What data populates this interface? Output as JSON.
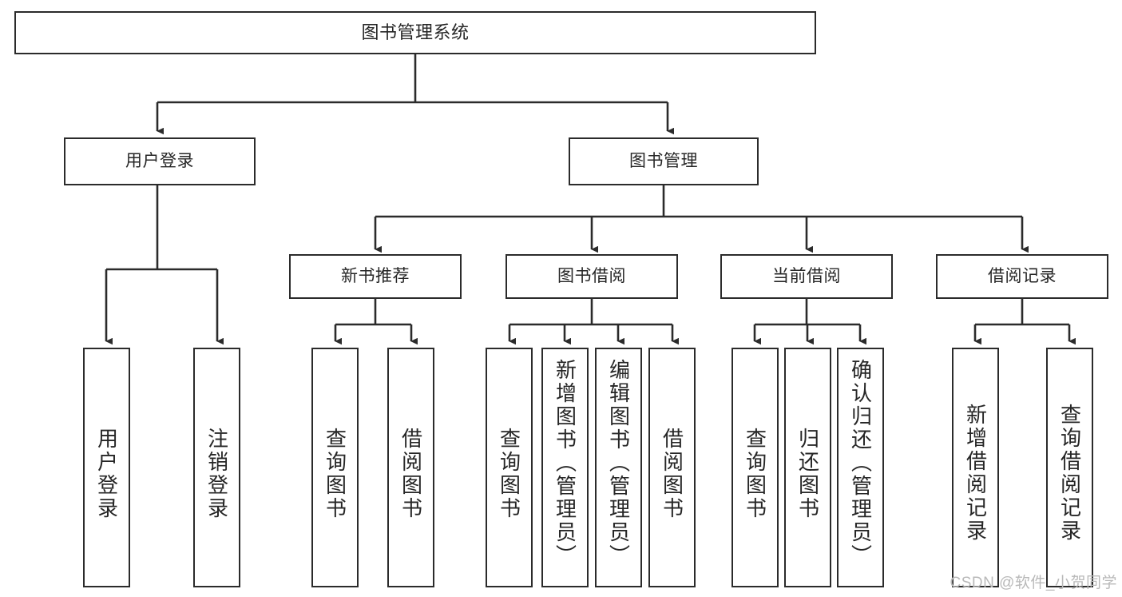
{
  "diagram": {
    "title": "图书管理系统",
    "type": "tree-hierarchy",
    "stroke_color": "#2b2b2b",
    "text_color": "#262626",
    "background_color": "#ffffff",
    "watermark": "CSDN @软件_小贺同学"
  },
  "nodes": {
    "root": {
      "label": "图书管理系统"
    },
    "level2": [
      {
        "label": "用户登录"
      },
      {
        "label": "图书管理"
      }
    ],
    "level3": [
      {
        "label": "新书推荐"
      },
      {
        "label": "图书借阅"
      },
      {
        "label": "当前借阅"
      },
      {
        "label": "借阅记录"
      }
    ],
    "leaves": {
      "user_login": [
        {
          "label": "用户登录"
        },
        {
          "label": "注销登录"
        }
      ],
      "new_book_recommend": [
        {
          "label": "查询图书"
        },
        {
          "label": "借阅图书"
        }
      ],
      "book_borrow": [
        {
          "label": "查询图书"
        },
        {
          "label": "新增图书（管理员）"
        },
        {
          "label": "编辑图书（管理员）"
        },
        {
          "label": "借阅图书"
        }
      ],
      "current_borrow": [
        {
          "label": "查询图书"
        },
        {
          "label": "归还图书"
        },
        {
          "label": "确认归还（管理员）"
        }
      ],
      "borrow_record": [
        {
          "label": "新增借阅记录"
        },
        {
          "label": "查询借阅记录"
        }
      ]
    }
  }
}
